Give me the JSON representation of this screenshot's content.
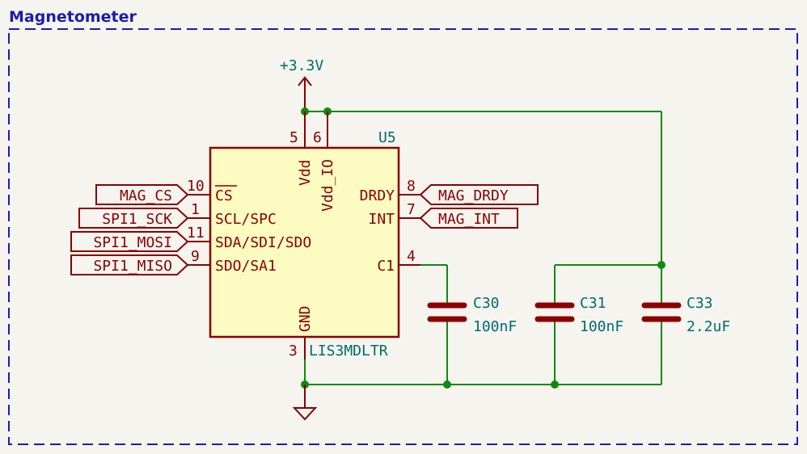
{
  "sheet": {
    "title": "Magnetometer"
  },
  "power": {
    "rail": "+3.3V"
  },
  "ic": {
    "ref": "U5",
    "value": "LIS3MDLTR",
    "pins": {
      "vdd": {
        "number": "5",
        "name": "Vdd"
      },
      "vdd_io": {
        "number": "6",
        "name": "Vdd_IO"
      },
      "cs": {
        "number": "10",
        "name": "CS"
      },
      "scl": {
        "number": "1",
        "name": "SCL/SPC"
      },
      "sda": {
        "number": "11",
        "name": "SDA/SDI/SDO"
      },
      "sdo": {
        "number": "9",
        "name": "SDO/SA1"
      },
      "drdy": {
        "number": "8",
        "name": "DRDY"
      },
      "int": {
        "number": "7",
        "name": "INT"
      },
      "c1": {
        "number": "4",
        "name": "C1"
      },
      "gnd": {
        "number": "3",
        "name": "GND"
      }
    }
  },
  "labels": {
    "mag_cs": "MAG_CS",
    "spi1_sck": "SPI1_SCK",
    "spi1_mosi": "SPI1_MOSI",
    "spi1_miso": "SPI1_MISO",
    "mag_drdy": "MAG_DRDY",
    "mag_int": "MAG_INT"
  },
  "capacitors": {
    "c30": {
      "ref": "C30",
      "value": "100nF"
    },
    "c31": {
      "ref": "C31",
      "value": "100nF"
    },
    "c33": {
      "ref": "C33",
      "value": "2.2uF"
    }
  },
  "colors": {
    "wire": "#0f8a0f",
    "symbol": "#8b0000",
    "chip_fill": "#fbfbc2",
    "border": "#1b1bb0",
    "reference_text": "#006c6c",
    "background": "#f5f4ef"
  }
}
